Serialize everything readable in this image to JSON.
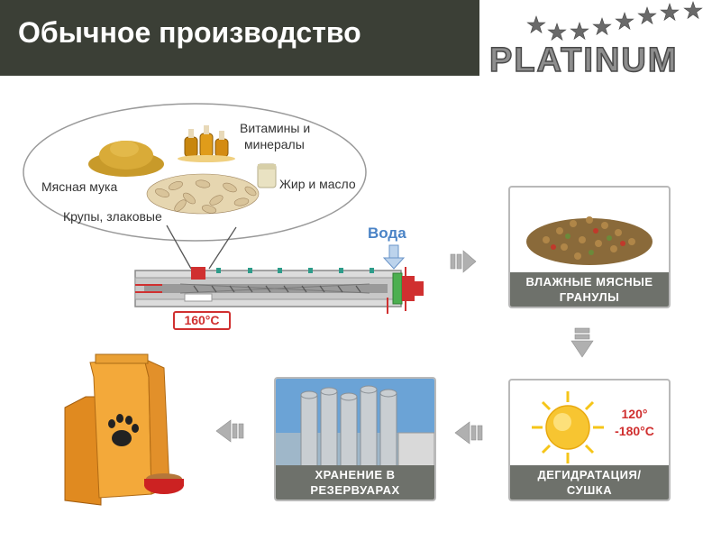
{
  "header": {
    "title": "Обычное производство"
  },
  "logo": {
    "text": "PLATINUM",
    "star_count": 8
  },
  "ingredients": {
    "meat_flour": "Мясная мука",
    "vitamins_line1": "Витамины и",
    "vitamins_line2": "минералы",
    "fat_oil": "Жир и масло",
    "cereals": "Крупы, злаковые"
  },
  "extruder": {
    "water_label": "Вода",
    "temperature": "160°C"
  },
  "steps": {
    "wet_granules": {
      "line1": "ВЛАЖНЫЕ МЯСНЫЕ",
      "line2": "ГРАНУЛЫ"
    },
    "drying": {
      "line1": "ДЕГИДРАТАЦИЯ/",
      "line2": "СУШКА",
      "temperature": "120°\n-180°C"
    },
    "storage": {
      "line1": "ХРАНЕНИЕ В",
      "line2": "РЕЗЕРВУАРАХ"
    }
  },
  "colors": {
    "header_bg": "#3b3f36",
    "accent_red": "#d03030",
    "water_blue": "#4a83c6",
    "caption_gray": "#6e716b",
    "bag_orange": "#f0a030"
  }
}
